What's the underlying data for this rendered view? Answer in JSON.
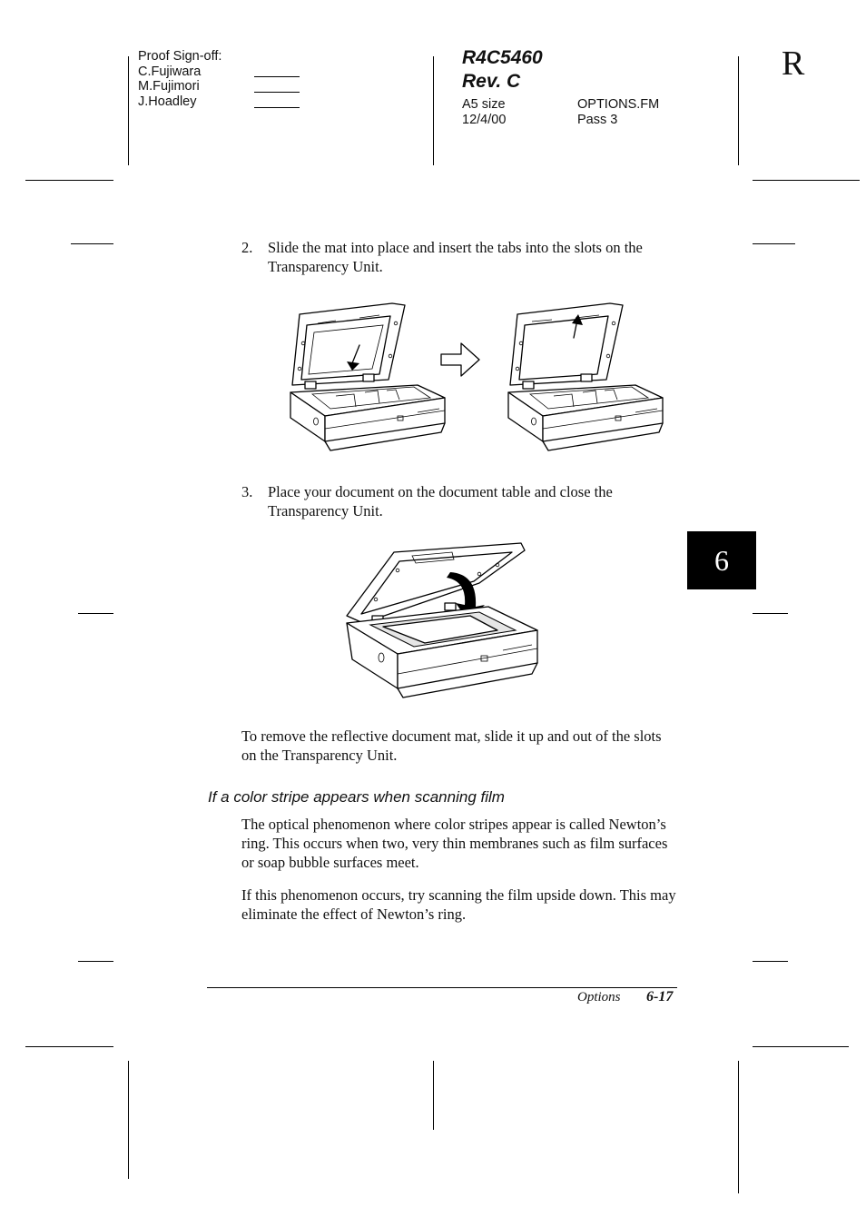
{
  "header": {
    "signoff_title": "Proof Sign-off:",
    "signoff_names": [
      "C.Fujiwara",
      "M.Fujimori",
      "J.Hoadley"
    ],
    "model": "R4C5460",
    "revision": "Rev. C",
    "size": "A5 size",
    "date": "12/4/00",
    "filename": "OPTIONS.FM",
    "pass": "Pass 3",
    "corner_mark": "R"
  },
  "chapter_tab": "6",
  "steps": [
    {
      "number": "2.",
      "text": "Slide the mat into place and insert the tabs into the slots on the Transparency Unit."
    },
    {
      "number": "3.",
      "text": "Place your document on the document table and close the Transparency Unit."
    }
  ],
  "paragraph_remove": "To remove the reflective document mat, slide it up and out of the slots on the Transparency Unit.",
  "section_heading": "If a color stripe appears when scanning film",
  "paragraphs": [
    "The optical phenomenon where color stripes appear is called Newton’s ring. This occurs when two, very thin membranes such as film surfaces or soap bubble surfaces meet.",
    "If this phenomenon occurs, try scanning the film upside down. This may eliminate the effect of Newton’s ring."
  ],
  "footer": {
    "section": "Options",
    "page": "6-17"
  }
}
